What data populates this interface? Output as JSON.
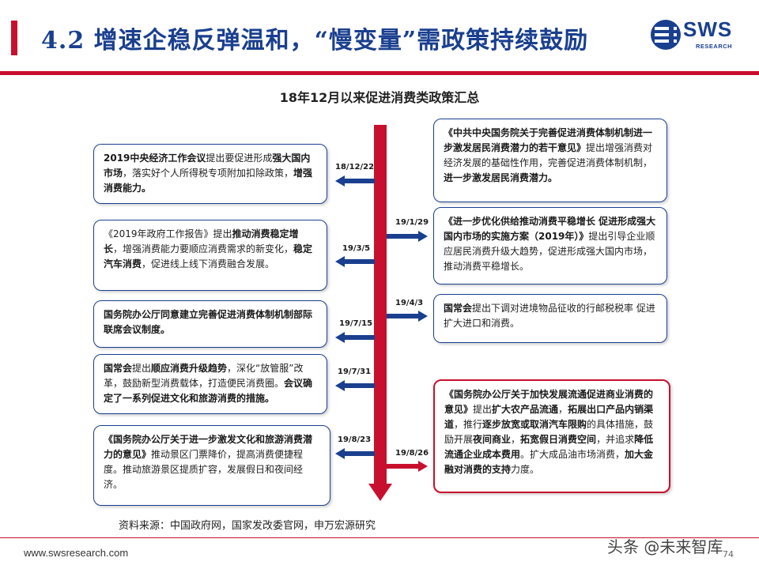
{
  "header": {
    "title": "4.2 增速企稳反弹温和，“慢变量”需政策持续鼓励",
    "logo_text": "SWS",
    "logo_sub": "RESEARCH"
  },
  "subtitle": "18年12月以来促进消费类政策汇总",
  "colors": {
    "brand_blue": "#1a3f8f",
    "accent_red": "#c8102e"
  },
  "left_items": [
    {
      "date": "18/12/22",
      "runs": [
        {
          "t": "2019中央经济工作会议",
          "b": true
        },
        {
          "t": "提出要促进形成",
          "b": false
        },
        {
          "t": "强大国内市场",
          "b": true
        },
        {
          "t": "，落实好个人所得税专项附加扣除政策，",
          "b": false
        },
        {
          "t": "增强消费能力。",
          "b": true
        }
      ]
    },
    {
      "date": "19/3/5",
      "runs": [
        {
          "t": "《2019年政府工作报告》",
          "b": false
        },
        {
          "t": "提出",
          "b": false
        },
        {
          "t": "推动消费稳定增长",
          "b": true
        },
        {
          "t": "，增强消费能力要顺应消费需求的新变化，",
          "b": false
        },
        {
          "t": "稳定汽车消费",
          "b": true
        },
        {
          "t": "，促进线上线下消费融合发展。",
          "b": false
        }
      ]
    },
    {
      "date": "19/7/15",
      "runs": [
        {
          "t": "国务院办公厅同意建立完善促进消费体制机制部际联席会议制度。",
          "b": true
        }
      ]
    },
    {
      "date": "19/7/31",
      "runs": [
        {
          "t": "国常会",
          "b": true
        },
        {
          "t": "提出",
          "b": false
        },
        {
          "t": "顺应消费升级趋势",
          "b": true
        },
        {
          "t": "，深化“放管服”改革，鼓励新型消费载体，打造便民消费圈。",
          "b": false
        },
        {
          "t": "会议确定了一系列促进文化和旅游消费的措施。",
          "b": true
        }
      ]
    },
    {
      "date": "19/8/23",
      "runs": [
        {
          "t": "《国务院办公厅关于进一步激发文化和旅游消费潜力的意见》",
          "b": true
        },
        {
          "t": "推动景区门票降价，提高消费便捷程度。推动旅游景区提质扩容，发展假日和夜间经济。",
          "b": false
        }
      ]
    }
  ],
  "right_items": [
    {
      "date": "",
      "runs": [
        {
          "t": "《中共中央国务院关于完善促进消费体制机制进一步激发居民消费潜力的若干意见》",
          "b": true
        },
        {
          "t": "提出增强消费对经济发展的基础性作用，完善促进消费体制机制，",
          "b": false
        },
        {
          "t": "进一步激发居民消费潜力。",
          "b": true
        }
      ]
    },
    {
      "date": "19/1/29",
      "runs": [
        {
          "t": "《进一步优化供给推动消费平稳增长 促进形成强大国内市场的实施方案（2019年）》",
          "b": true
        },
        {
          "t": "提出引导企业顺应居民消费升级大趋势，促进形成强大国内市场，推动消费平稳增长。",
          "b": false
        }
      ]
    },
    {
      "date": "19/4/3",
      "runs": [
        {
          "t": "国常会",
          "b": true
        },
        {
          "t": "提出下调对进境物品征收的行邮税税率 促进扩大进口和消费。",
          "b": false
        }
      ]
    },
    {
      "date": "19/8/26",
      "runs": [
        {
          "t": "《国务院办公厅关于加快发展流通促进商业消费的意见》",
          "b": true
        },
        {
          "t": "提出",
          "b": false
        },
        {
          "t": "扩大农产品流通",
          "b": true
        },
        {
          "t": "，",
          "b": false
        },
        {
          "t": "拓展出口产品内销渠道",
          "b": true
        },
        {
          "t": "，推行",
          "b": false
        },
        {
          "t": "逐步放宽或取消汽车限购",
          "b": true
        },
        {
          "t": "的具体措施，鼓励开展",
          "b": false
        },
        {
          "t": "夜间商业",
          "b": true
        },
        {
          "t": "，",
          "b": false
        },
        {
          "t": "拓宽假日消费空间",
          "b": true
        },
        {
          "t": "，并追求",
          "b": false
        },
        {
          "t": "降低流通企业成本费用",
          "b": true
        },
        {
          "t": "。扩大成品油市场消费，",
          "b": false
        },
        {
          "t": "加大金融对消费的支持",
          "b": true
        },
        {
          "t": "力度。",
          "b": false
        }
      ]
    }
  ],
  "source": "资料来源：中国政府网，国家发改委官网，申万宏源研究",
  "footer": {
    "url": "www.swsresearch.com",
    "page": "74"
  },
  "watermark": "头条 @未来智库"
}
